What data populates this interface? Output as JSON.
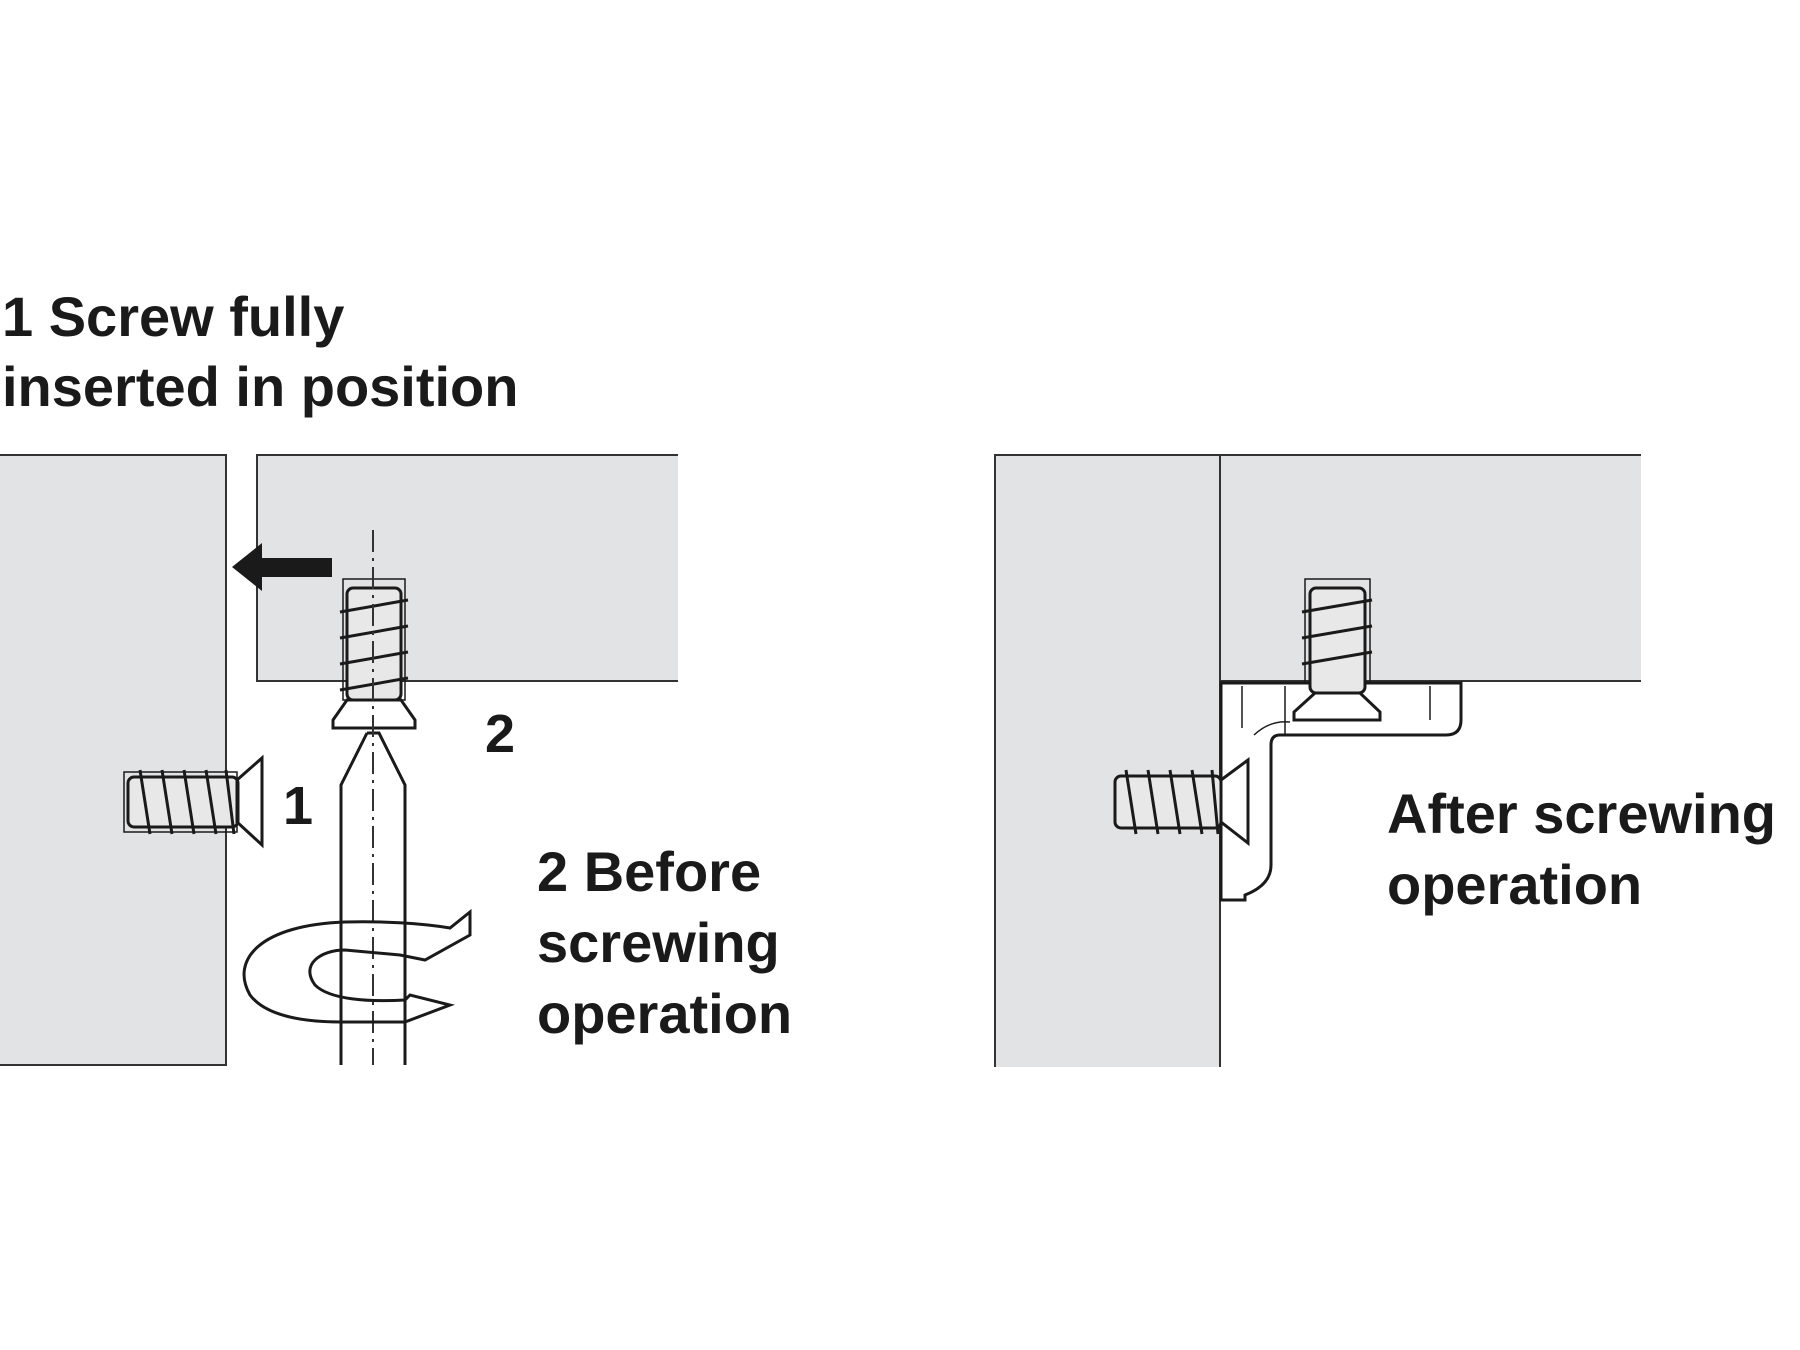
{
  "step1": {
    "title_line1": "1 Screw fully",
    "title_line2": "inserted in position",
    "marker": "1"
  },
  "step2": {
    "marker": "2",
    "caption_line1": "2 Before",
    "caption_line2": "screwing",
    "caption_line3": "operation"
  },
  "after": {
    "caption_line1": "After screwing",
    "caption_line2": "operation"
  },
  "colors": {
    "board": "#e2e3e4",
    "ink": "#1a1a1a"
  }
}
